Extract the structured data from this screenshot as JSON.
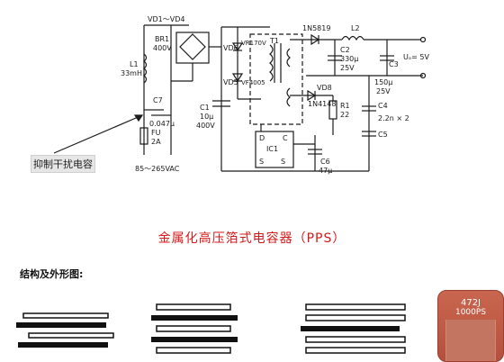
{
  "circuit": {
    "labels": {
      "vd_bridge": "VD1～VD4",
      "br1": "BR1",
      "br1_v": "400V",
      "l1": "L1",
      "l1_val": "33mH",
      "c7": "C7",
      "c7_val": "0.047μ",
      "fu": "FU",
      "fu_val": "2A",
      "ac_in": "85～265VAC",
      "c1": "C1",
      "c1_cap": "10μ",
      "c1_v": "400V",
      "vd6": "VD6",
      "vd5": "VD5",
      "vr170v": "VR170V",
      "bf4005": "VF4005",
      "t1": "T1",
      "d1n5819": "1N5819",
      "l2": "L2",
      "c2": "C2",
      "c2_cap": "330μ",
      "c2_v": "25V",
      "c3": "C3",
      "uo": "Uₒ= 5V",
      "c150": "150μ",
      "c150_v": "25V",
      "vd8": "VD8",
      "d1n4148": "1N4148",
      "r1": "R1",
      "r1_val": "22",
      "c4": "C4",
      "c4_val": "2.2n × 2",
      "c5": "C5",
      "ic1": "IC1",
      "pin_d": "D",
      "pin_c": "C",
      "pin_s1": "S",
      "pin_s2": "S",
      "c6": "C6",
      "c6_val": "47μ"
    },
    "annotation": "抑制干扰电容"
  },
  "section_title": "金属化高压箔式电容器（PPS）",
  "structure_heading": "结构及外形图:",
  "capacitor_photo": {
    "code": "472J",
    "spec": "1000PS",
    "body_color": "#c0604a"
  }
}
